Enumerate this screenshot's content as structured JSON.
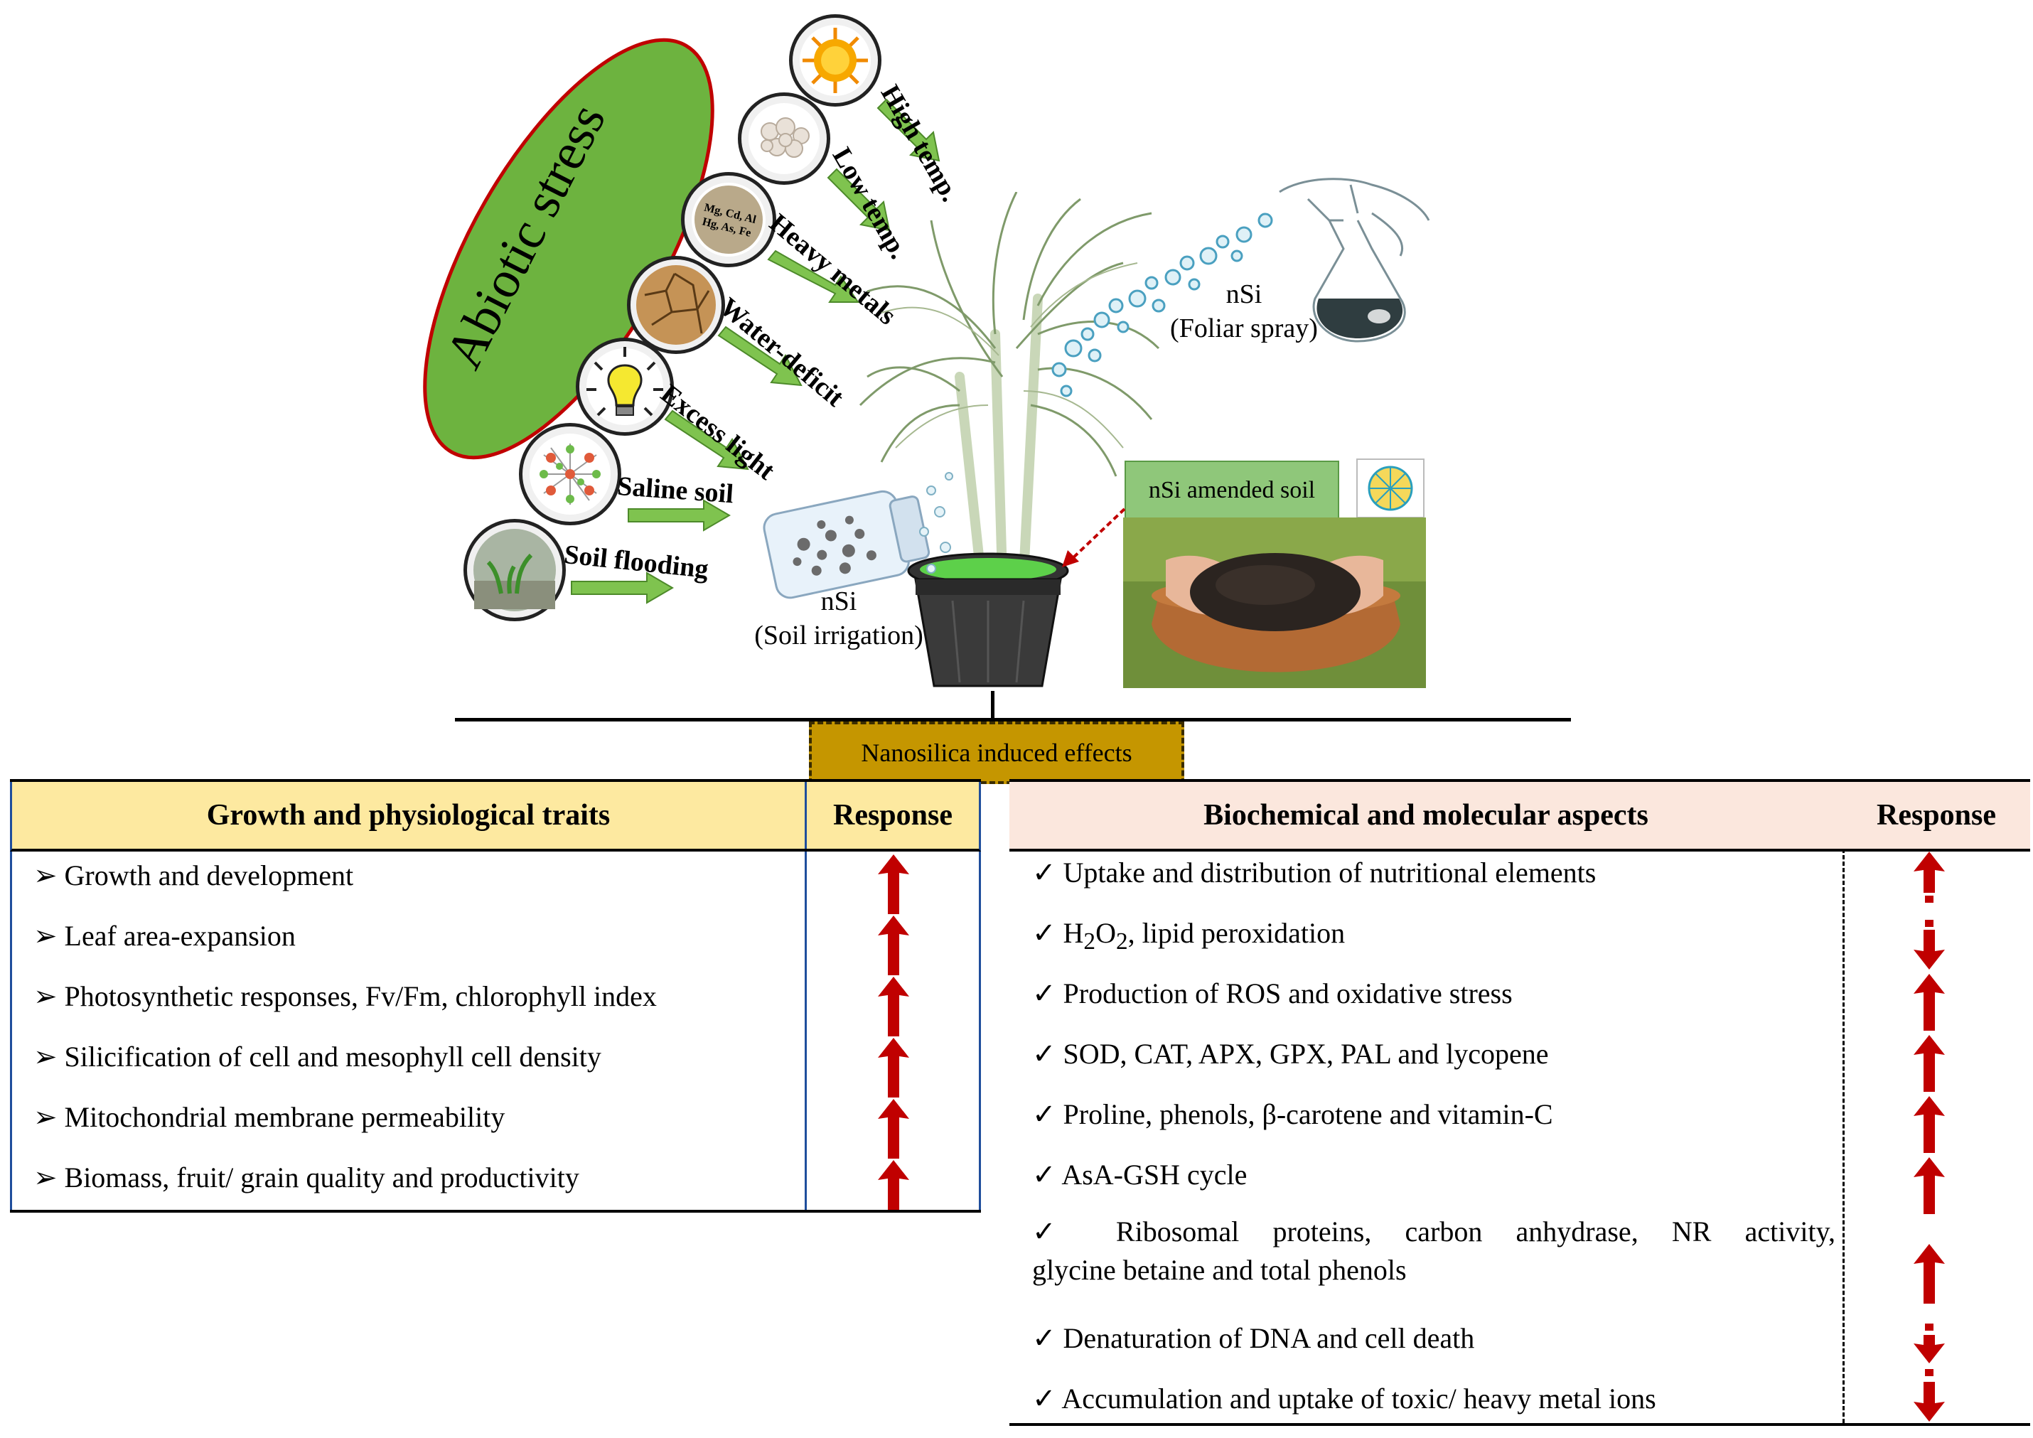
{
  "diagram": {
    "stress_title": "Abiotic stress",
    "stressors": [
      {
        "label": "High temp.",
        "icon": "sun-icon"
      },
      {
        "label": "Low temp.",
        "icon": "ice-crystals-icon"
      },
      {
        "label": "Heavy metals",
        "icon": "heavy-metals-icon",
        "icon_text": "Mg, Cd, Al Hg, As, Fe"
      },
      {
        "label": "Water-deficit",
        "icon": "cracked-soil-icon"
      },
      {
        "label": "Excess light",
        "icon": "light-bulb-icon"
      },
      {
        "label": "Saline soil",
        "icon": "salt-crystal-icon"
      },
      {
        "label": "Soil flooding",
        "icon": "flooded-seedling-icon"
      }
    ],
    "foliar_label_1": "nSi",
    "foliar_label_2": "(Foliar spray)",
    "irrigation_label_1": "nSi",
    "irrigation_label_2": "(Soil irrigation)",
    "amended_soil_label": "nSi amended soil",
    "effects_label": "Nanosilica induced effects",
    "colors": {
      "ellipse": "#6db33f",
      "arrow": "#7fc34f",
      "response_arrow": "#c00000"
    }
  },
  "left_table": {
    "header_trait": "Growth and physiological traits",
    "header_response": "Response",
    "rows": [
      {
        "bullet": "➢",
        "text": "Growth and development",
        "response": "up"
      },
      {
        "bullet": "➢",
        "text": "Leaf area-expansion",
        "response": "up"
      },
      {
        "bullet": "➢",
        "text": "Photosynthetic responses, Fv/Fm, chlorophyll index",
        "response": "up"
      },
      {
        "bullet": "➢",
        "text": "Silicification of cell and mesophyll cell density",
        "response": "up"
      },
      {
        "bullet": "➢",
        "text": "Mitochondrial membrane permeability",
        "response": "up"
      },
      {
        "bullet": "➢",
        "text": "Biomass, fruit/ grain quality and productivity",
        "response": "up"
      }
    ]
  },
  "right_table": {
    "header_trait": "Biochemical and molecular aspects",
    "header_response": "Response",
    "rows": [
      {
        "bullet": "✓",
        "text": "Uptake and distribution of nutritional elements",
        "response": "up"
      },
      {
        "bullet": "✓",
        "text_pre": "H",
        "sub1": "2",
        "text_mid": "O",
        "sub2": "2",
        "text_post": ", lipid peroxidation",
        "response": "down"
      },
      {
        "bullet": "✓",
        "text": "Production of ROS and oxidative stress",
        "response": "up"
      },
      {
        "bullet": "✓",
        "text": "SOD, CAT, APX, GPX, PAL and lycopene",
        "response": "up"
      },
      {
        "bullet": "✓",
        "text": "Proline, phenols, β-carotene and vitamin-C",
        "response": "up"
      },
      {
        "bullet": "✓",
        "text": "AsA-GSH cycle",
        "response": "up"
      },
      {
        "bullet": "✓",
        "text_line1": "Ribosomal proteins, carbon anhydrase, NR activity,",
        "text_line2": "glycine betaine and total phenols",
        "response": "up"
      },
      {
        "bullet": "✓",
        "text": "Denaturation of DNA and cell death",
        "response": "down"
      },
      {
        "bullet": "✓",
        "text": "Accumulation and uptake of toxic/ heavy metal ions",
        "response": "down"
      }
    ]
  }
}
